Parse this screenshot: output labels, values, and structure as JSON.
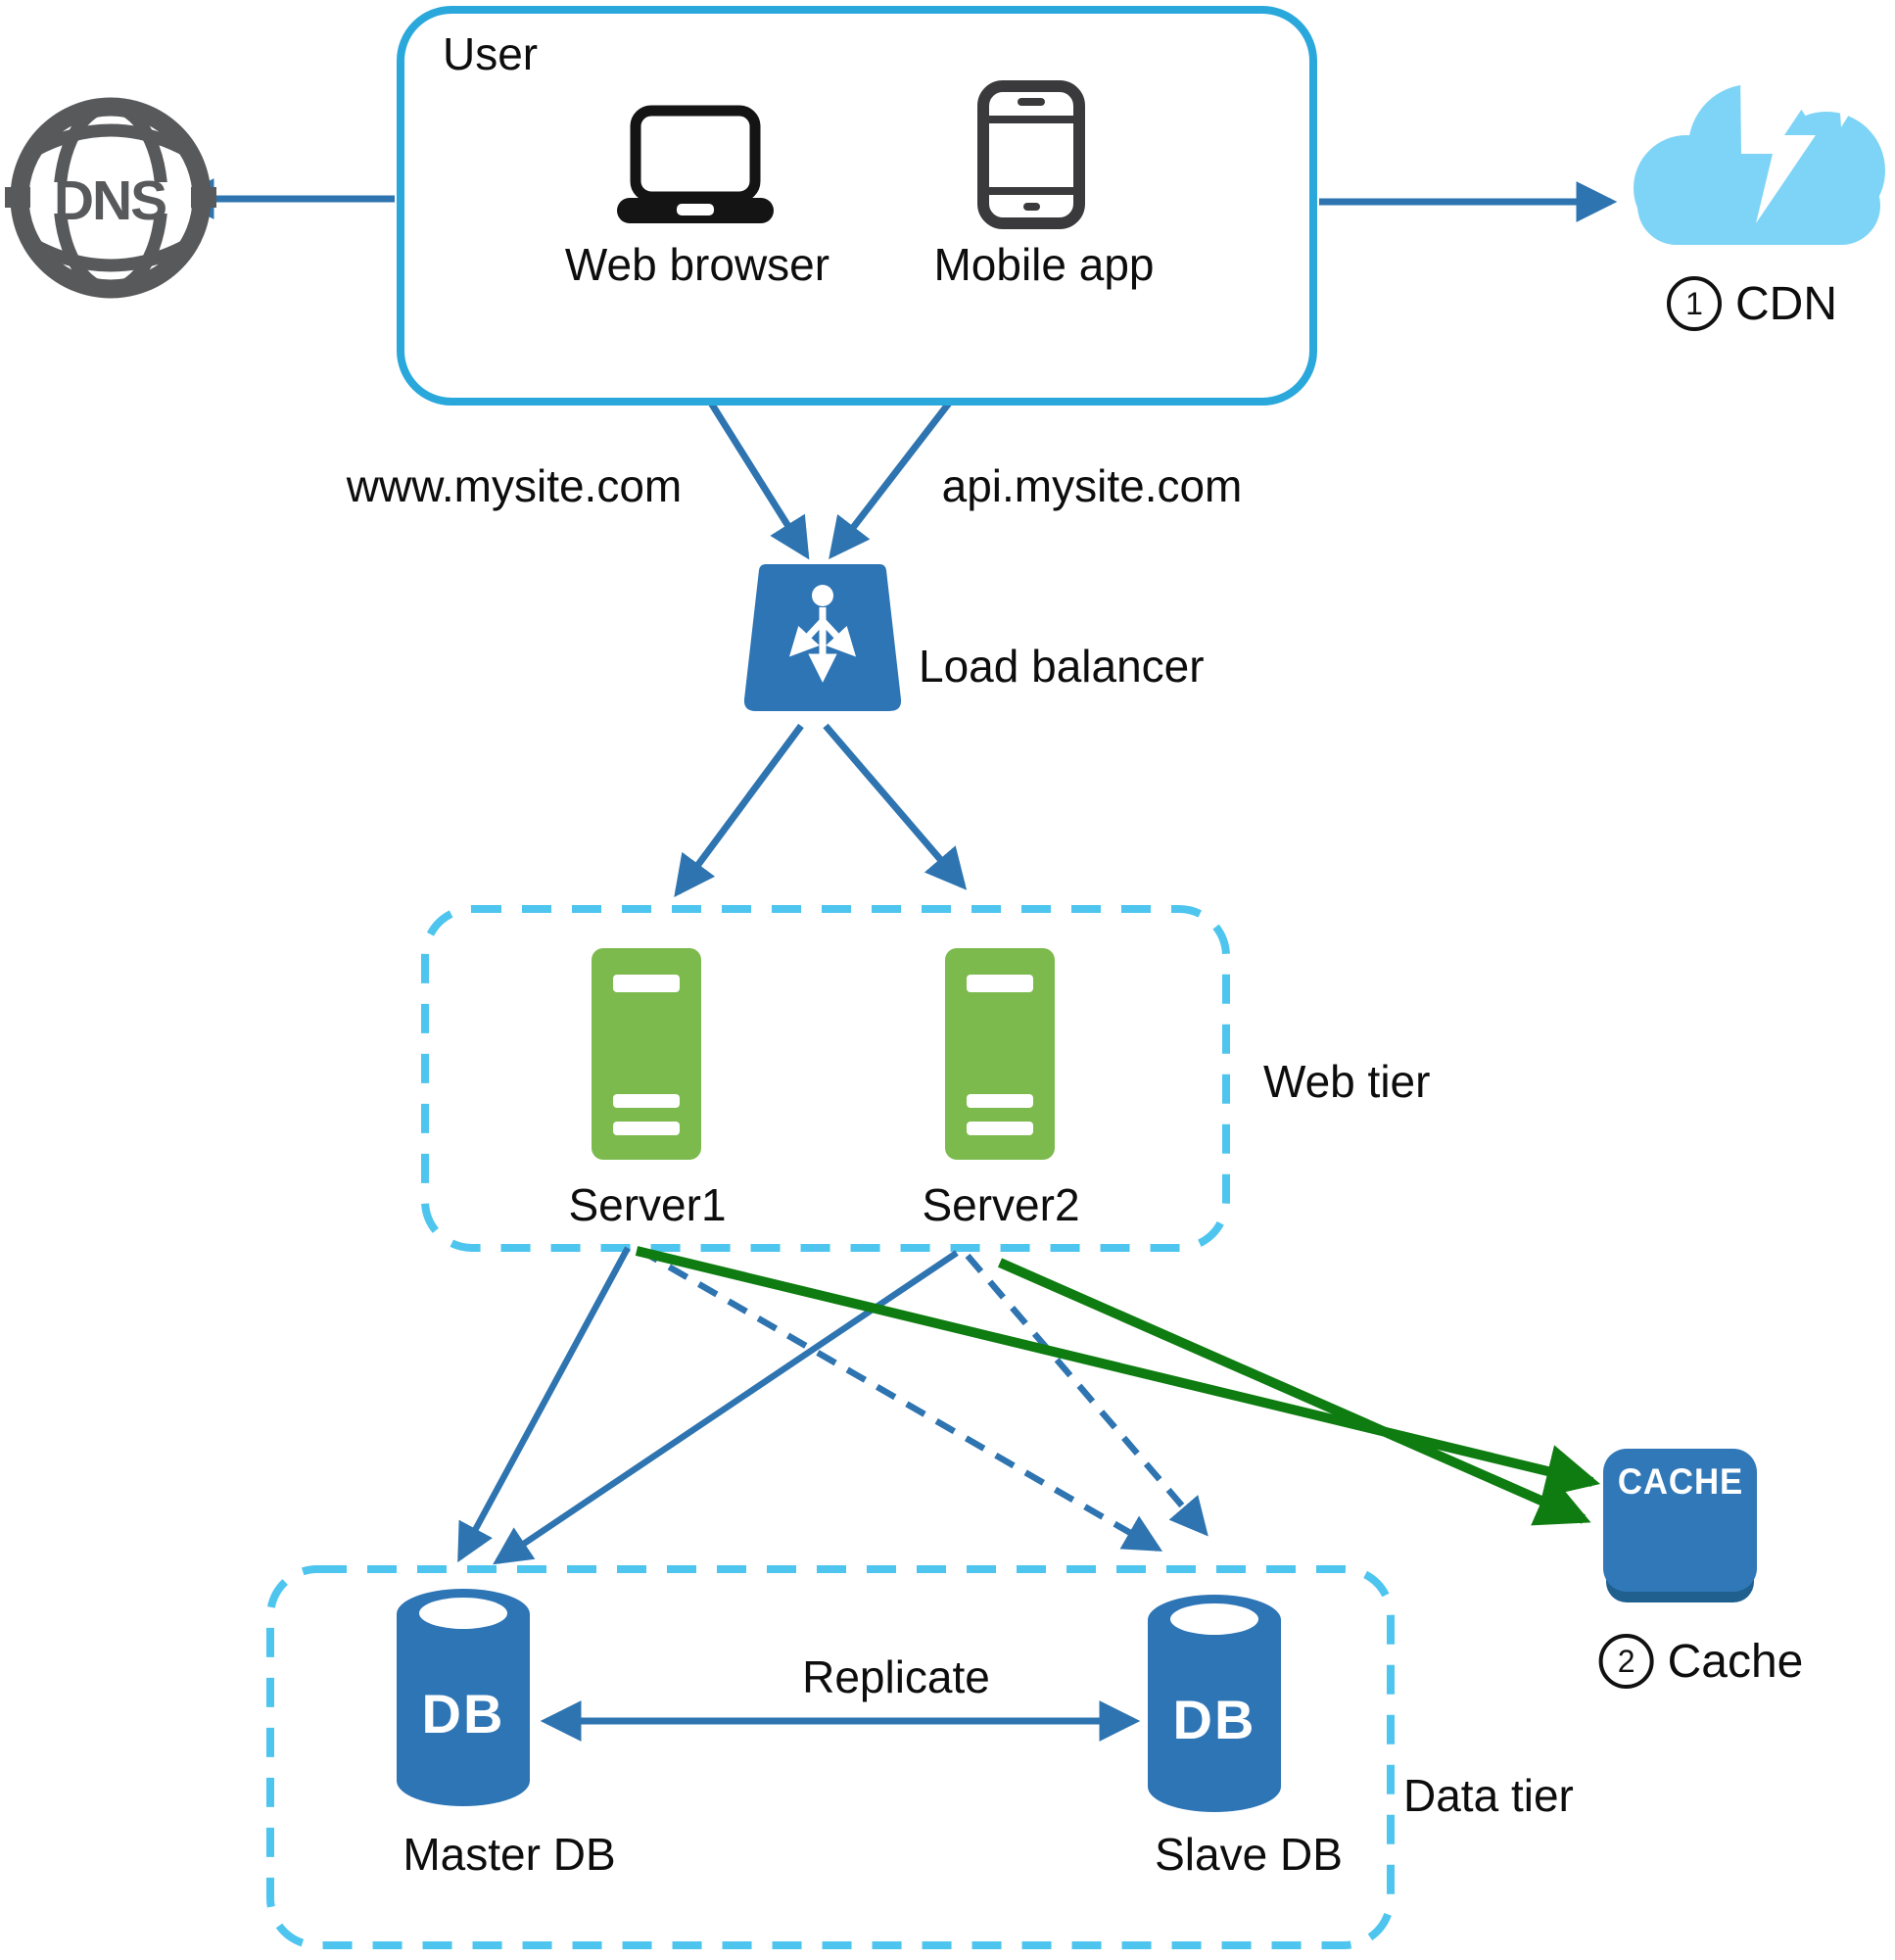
{
  "diagram": {
    "title_hint": "Scaling web architecture diagram",
    "dns": {
      "icon": "globe-icon",
      "label": "DNS"
    },
    "user_box": {
      "title": "User",
      "devices": [
        {
          "icon": "laptop-icon",
          "label": "Web browser"
        },
        {
          "icon": "smartphone-icon",
          "label": "Mobile app"
        }
      ]
    },
    "cdn": {
      "icon": "cloud-lightning-icon",
      "number": "1",
      "label": "CDN"
    },
    "domains": {
      "web": "www.mysite.com",
      "api": "api.mysite.com"
    },
    "load_balancer": {
      "icon": "load-balancer-icon",
      "label": "Load balancer"
    },
    "web_tier": {
      "title": "Web tier",
      "servers": [
        {
          "icon": "server-icon",
          "label": "Server1"
        },
        {
          "icon": "server-icon",
          "label": "Server2"
        }
      ]
    },
    "cache": {
      "icon": "cache-icon",
      "box_text": "CACHE",
      "number": "2",
      "label": "Cache"
    },
    "data_tier": {
      "title": "Data tier",
      "replicate_label": "Replicate",
      "databases": [
        {
          "icon": "database-cylinder-icon",
          "icon_text": "DB",
          "label": "Master DB"
        },
        {
          "icon": "database-cylinder-icon",
          "icon_text": "DB",
          "label": "Slave DB"
        }
      ]
    },
    "colors": {
      "arrow_blue": "#2e74b0",
      "node_blue": "#2e75b6",
      "cache_blue": "#3178b8",
      "tier_dash_cyan": "#4ec5ee",
      "user_border_cyan": "#2aa8dc",
      "server_green": "#7cba4d",
      "arrow_green": "#0e7c10",
      "cloud_blue": "#7ed4f6",
      "icon_gray": "#58595b"
    }
  }
}
